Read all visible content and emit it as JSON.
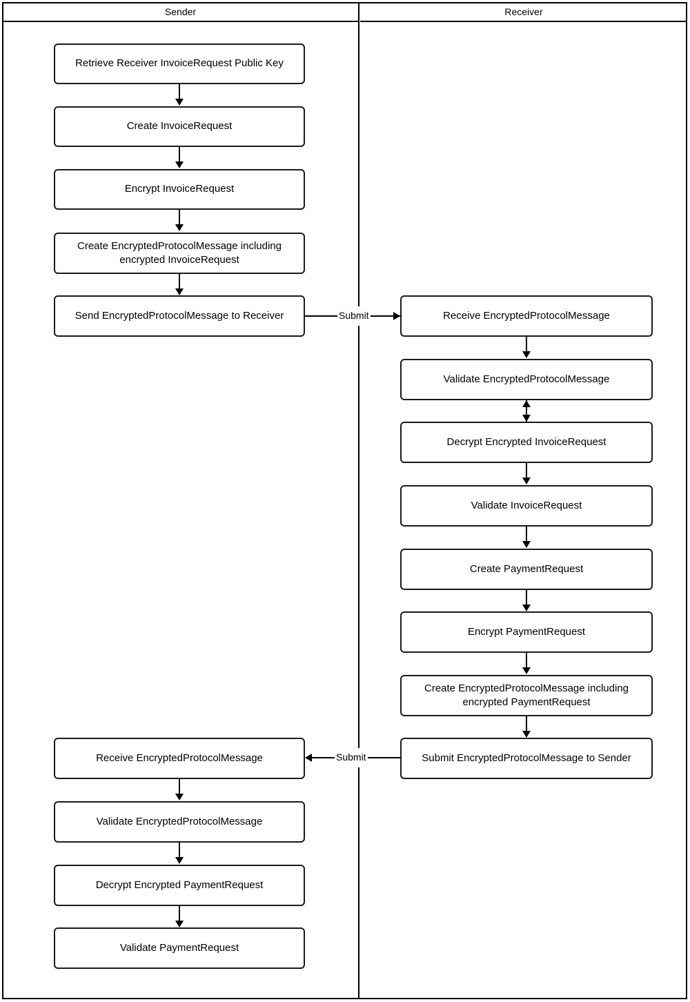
{
  "diagram": {
    "type": "swimlane-flowchart",
    "title": "",
    "lanes": [
      {
        "id": "sender",
        "label": "Sender"
      },
      {
        "id": "receiver",
        "label": "Receiver"
      }
    ],
    "nodes": [
      {
        "id": "s1",
        "lane": "sender",
        "label": "Retrieve Receiver InvoiceRequest Public Key"
      },
      {
        "id": "s2",
        "lane": "sender",
        "label": "Create InvoiceRequest"
      },
      {
        "id": "s3",
        "lane": "sender",
        "label": "Encrypt InvoiceRequest"
      },
      {
        "id": "s4",
        "lane": "sender",
        "label": "Create EncryptedProtocolMessage including encrypted InvoiceRequest"
      },
      {
        "id": "s5",
        "lane": "sender",
        "label": "Send EncryptedProtocolMessage to Receiver"
      },
      {
        "id": "r1",
        "lane": "receiver",
        "label": "Receive EncryptedProtocolMessage"
      },
      {
        "id": "r2",
        "lane": "receiver",
        "label": "Validate EncryptedProtocolMessage"
      },
      {
        "id": "r3",
        "lane": "receiver",
        "label": "Decrypt Encrypted InvoiceRequest"
      },
      {
        "id": "r4",
        "lane": "receiver",
        "label": "Validate InvoiceRequest"
      },
      {
        "id": "r5",
        "lane": "receiver",
        "label": "Create PaymentRequest"
      },
      {
        "id": "r6",
        "lane": "receiver",
        "label": "Encrypt PaymentRequest"
      },
      {
        "id": "r7",
        "lane": "receiver",
        "label": "Create EncryptedProtocolMessage including encrypted PaymentRequest"
      },
      {
        "id": "r8",
        "lane": "receiver",
        "label": "Submit EncryptedProtocolMessage to Sender"
      },
      {
        "id": "s6",
        "lane": "sender",
        "label": "Receive EncryptedProtocolMessage"
      },
      {
        "id": "s7",
        "lane": "sender",
        "label": "Validate EncryptedProtocolMessage"
      },
      {
        "id": "s8",
        "lane": "sender",
        "label": "Decrypt Encrypted PaymentRequest"
      },
      {
        "id": "s9",
        "lane": "sender",
        "label": "Validate PaymentRequest"
      }
    ],
    "edges": [
      {
        "from": "s1",
        "to": "s2",
        "label": "",
        "direction": "down"
      },
      {
        "from": "s2",
        "to": "s3",
        "label": "",
        "direction": "down"
      },
      {
        "from": "s3",
        "to": "s4",
        "label": "",
        "direction": "down"
      },
      {
        "from": "s4",
        "to": "s5",
        "label": "",
        "direction": "down"
      },
      {
        "from": "s5",
        "to": "r1",
        "label": "Submit",
        "direction": "right"
      },
      {
        "from": "r1",
        "to": "r2",
        "label": "",
        "direction": "down"
      },
      {
        "from": "r2",
        "to": "r3",
        "label": "",
        "direction": "both"
      },
      {
        "from": "r3",
        "to": "r4",
        "label": "",
        "direction": "down"
      },
      {
        "from": "r4",
        "to": "r5",
        "label": "",
        "direction": "down"
      },
      {
        "from": "r5",
        "to": "r6",
        "label": "",
        "direction": "down"
      },
      {
        "from": "r6",
        "to": "r7",
        "label": "",
        "direction": "down"
      },
      {
        "from": "r7",
        "to": "r8",
        "label": "",
        "direction": "down"
      },
      {
        "from": "r8",
        "to": "s6",
        "label": "Submit",
        "direction": "left"
      },
      {
        "from": "s6",
        "to": "s7",
        "label": "",
        "direction": "down"
      },
      {
        "from": "s7",
        "to": "s8",
        "label": "",
        "direction": "down"
      },
      {
        "from": "s8",
        "to": "s9",
        "label": "",
        "direction": "down"
      }
    ],
    "edge_labels": {
      "submit_top": "Submit",
      "submit_bottom": "Submit"
    },
    "colors": {
      "background": "#ffffff",
      "stroke": "#000000",
      "node_border": "#1a1a1a",
      "node_fill": "#ffffff",
      "text": "#000000"
    }
  }
}
